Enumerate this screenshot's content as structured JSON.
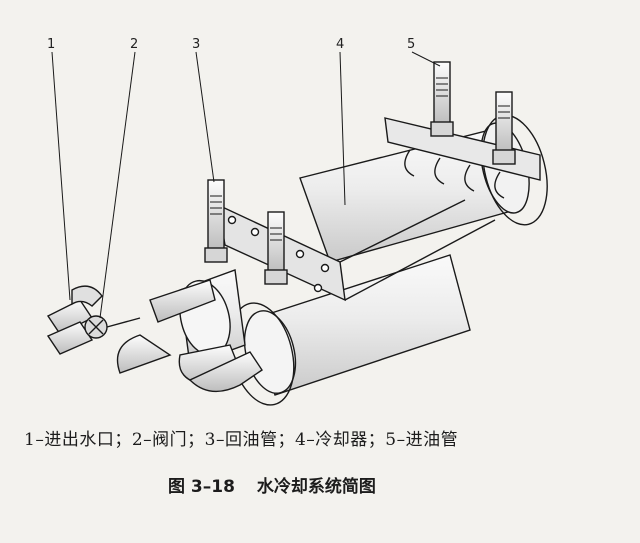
{
  "callouts": [
    "1",
    "2",
    "3",
    "4",
    "5"
  ],
  "legend": "1–进出水口；2–阀门；3–回油管；4–冷却器；5–进油管",
  "caption": {
    "number": "图 3–18",
    "title": "水冷却系统简图"
  }
}
